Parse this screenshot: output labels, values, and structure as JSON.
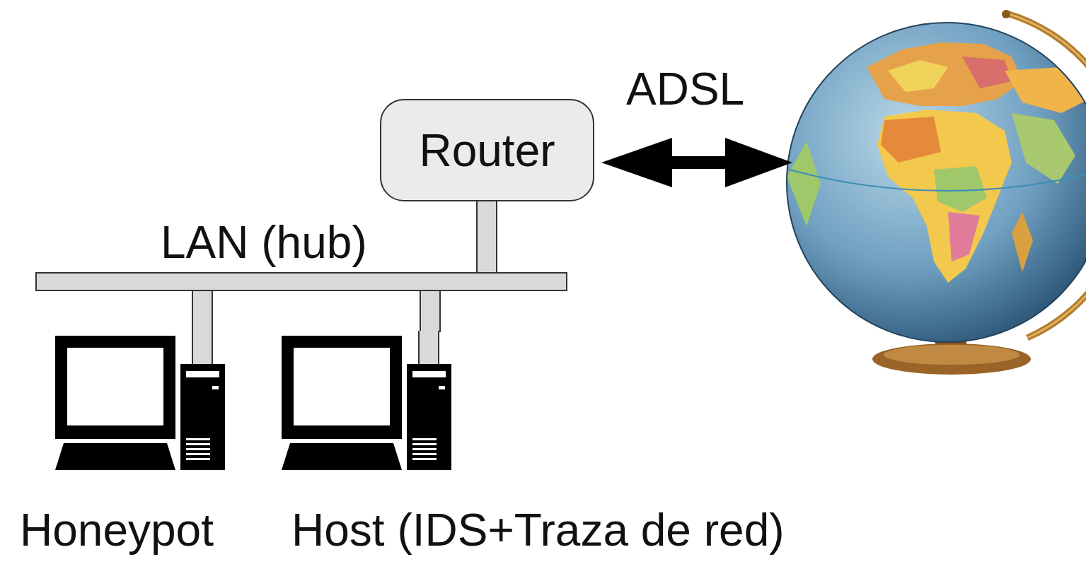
{
  "diagram": {
    "nodes": [
      {
        "text": [
          "Router"
        ]
      },
      {
        "text": [
          "LAN (hub)"
        ]
      },
      {
        "text": [
          "Honeypot"
        ]
      },
      {
        "text": [
          "Host (IDS+Traza de red)"
        ]
      }
    ],
    "edges": [
      {
        "from": 0,
        "to": 1,
        "arrow": "none"
      },
      {
        "from": 1,
        "to": 2,
        "arrow": "none"
      },
      {
        "from": 1,
        "to": 3,
        "arrow": "none"
      }
    ],
    "labels": [
      "ADSL"
    ]
  }
}
